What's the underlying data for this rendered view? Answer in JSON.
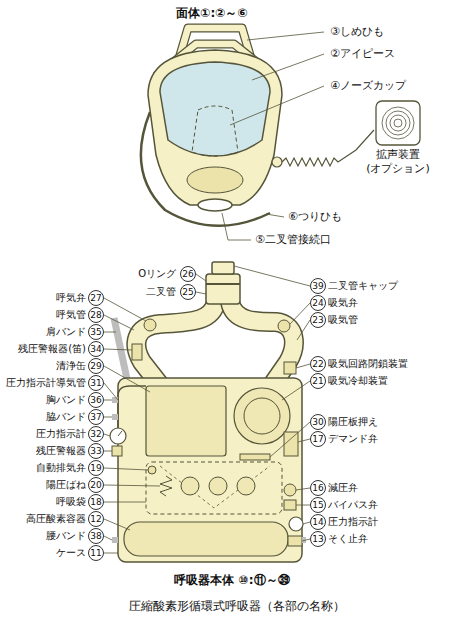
{
  "diagram": {
    "caption": "圧縮酸素形循環式呼吸器（各部の名称）",
    "nodes": [
      {
        "text": [
          "拡声装置 (オプション)"
        ]
      }
    ],
    "labels": [
      "面体①:②～⑥",
      "③しめひも",
      "②アイピース",
      "④ノーズカップ",
      "⑥つりひも",
      "⑤二叉管接続口",
      "Oリング",
      "26",
      "39",
      "二叉管キャップ",
      "呼気弁",
      "27",
      "二叉管",
      "25",
      "24",
      "吸気弁",
      "呼気管",
      "28",
      "23",
      "吸気管",
      "肩バンド",
      "35",
      "残圧警報器(笛)",
      "34",
      "清浄缶",
      "29",
      "22",
      "吸気回路閉鎖装置",
      "圧力指示計導気管",
      "31",
      "21",
      "吸気冷却装置",
      "胸バンド",
      "36",
      "脇バンド",
      "37",
      "30",
      "陽圧板押え",
      "圧力指示計",
      "32",
      "17",
      "デマンド弁",
      "残圧警報器",
      "33",
      "自動排気弁",
      "19",
      "陽圧ばね",
      "20",
      "16",
      "減圧弁",
      "呼吸袋",
      "18",
      "15",
      "バイパス弁",
      "高圧酸素容器",
      "12",
      "14",
      "圧力指示計",
      "腰バンド",
      "38",
      "13",
      "そく止弁",
      "ケース",
      "11",
      "呼吸器本体 ⑩:⑪～㊴"
    ]
  }
}
